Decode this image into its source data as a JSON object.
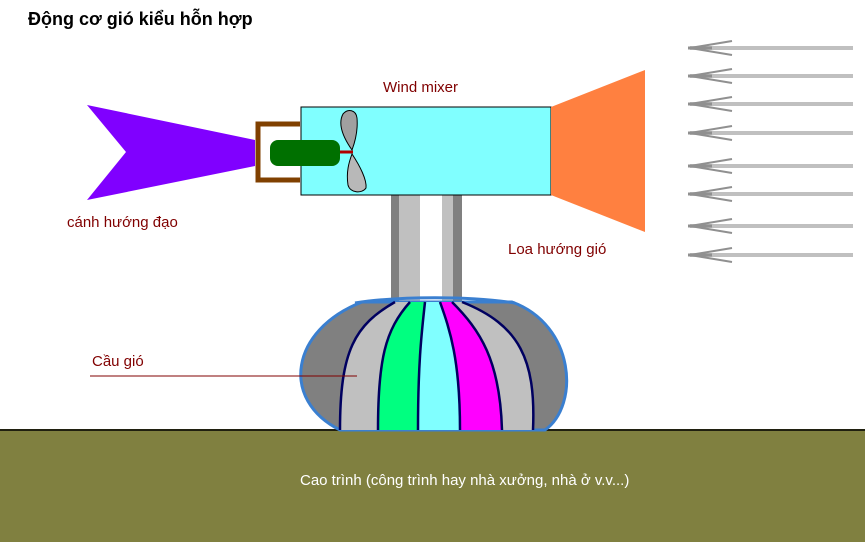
{
  "title": "Động cơ gió kiểu hỗn hợp",
  "labels": {
    "wind_mixer": "Wind mixer",
    "guide_vane": "cánh hướng đạo",
    "wind_horn": "Loa hướng gió",
    "wind_ball": "Cầu gió",
    "building": "Cao trình (công trình hay nhà xưởng, nhà ở v.v...)"
  },
  "colors": {
    "box": "#80ffff",
    "horn": "#ff8040",
    "tail": "#8000ff",
    "motor": "#007000",
    "bracket": "#804000",
    "ground": "#808040",
    "label": "#800000"
  },
  "wind_arrow_count": 8
}
